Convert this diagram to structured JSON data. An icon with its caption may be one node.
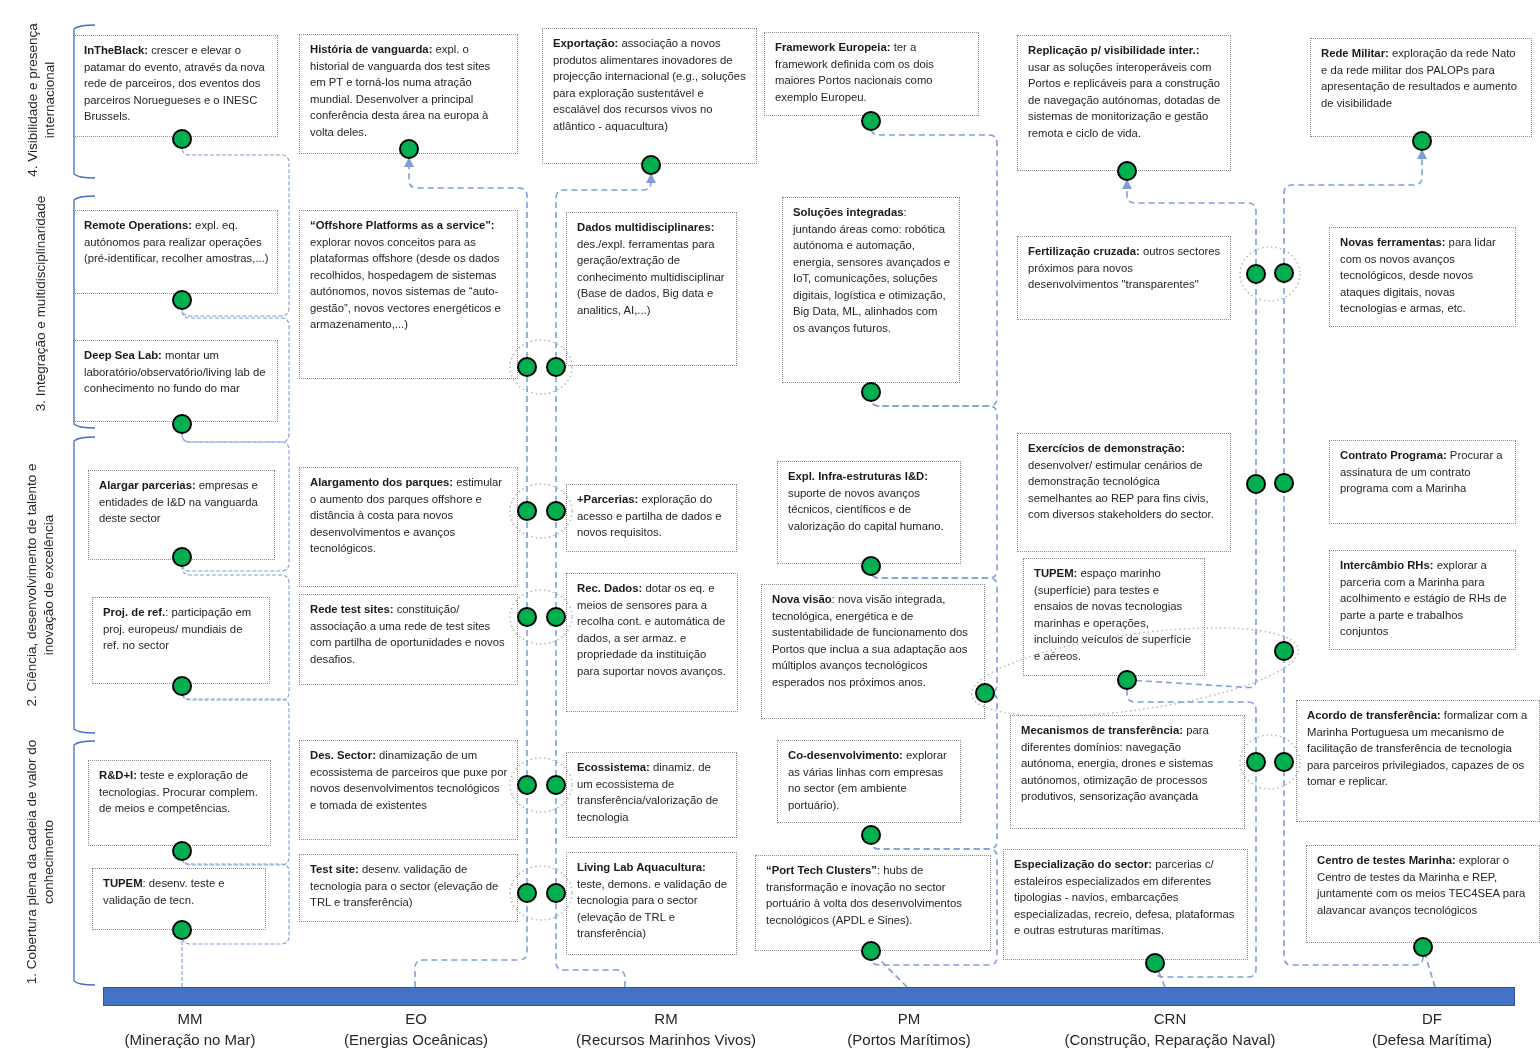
{
  "diagram": {
    "nodes": [
      {
        "text": [
          "**InTheBlack:** crescer e elevar o patamar do evento, através da nova rede de parceiros, dos eventos dos parceiros Noruegueses e o INESC Brussels."
        ]
      },
      {
        "text": [
          "**Remote Operations:** expl. eq. autónomos para realizar operações (pré-identificar, recolher amostras,...)"
        ]
      },
      {
        "text": [
          "**Deep Sea Lab:** montar um laboratório/observatório/living lab de conhecimento no fundo do mar"
        ]
      },
      {
        "text": [
          "**Alargar parcerias:** empresas e entidades de I&D na vanguarda deste sector"
        ]
      },
      {
        "text": [
          "**Proj. de ref.**: participação em proj. europeus/ mundiais de ref. no sector"
        ]
      },
      {
        "text": [
          "**R&D+I:** teste e exploração de tecnologias. Procurar complem. de meios e competências."
        ]
      },
      {
        "text": [
          "**TUPEM**: desenv. teste e validação de tecn."
        ]
      },
      {
        "text": [
          "**História de vanguarda:** expl. o historial de vanguarda dos test sites em PT e torná-los numa atração mundial. Desenvolver a principal conferência desta área na europa à volta deles."
        ]
      },
      {
        "text": [
          "**“Offshore Platforms as a service”:** explorar novos conceitos para as plataformas offshore (desde os dados recolhidos, hospedagem de sistemas autónomos, novos sistemas de “auto-gestão”, novos vectores energéticos e armazenamento,...)"
        ]
      },
      {
        "text": [
          "**Alargamento dos parques:** estimular o aumento dos parques offshore e distância à costa para novos desenvolvimentos e avanços tecnológicos."
        ]
      },
      {
        "text": [
          "**Rede test sites:** constituição/ associação a uma rede de test sites com partilha de oportunidades e novos desafios."
        ]
      },
      {
        "text": [
          "**Des. Sector:** dinamização de um ecossistema de parceiros que puxe por novos desenvolvimentos tecnológicos e tomada de existentes"
        ]
      },
      {
        "text": [
          "**Test site:** desenv. validação de tecnologia para o sector (elevação de TRL e transferência)"
        ]
      },
      {
        "text": [
          "**Exportação:** associação a novos produtos alimentares inovadores de projecção internacional (e.g., soluções para exploração sustentável e escalável dos recursos vivos no atlântico - aquacultura)"
        ]
      },
      {
        "text": [
          "**Dados multidisciplinares:** des./expl. ferramentas para geração/extração de conhecimento multidisciplinar (Base de dados, Big data e analitics, AI,...)"
        ]
      },
      {
        "text": [
          "**+Parcerias:** exploração do acesso e partilha de dados e novos requisitos."
        ]
      },
      {
        "text": [
          "**Rec. Dados:** dotar os eq. e meios de sensores para a recolha cont. e automática de dados, a ser armaz. e propriedade da instituição para suportar novos avanços."
        ]
      },
      {
        "text": [
          "**Ecossistema:** dinamiz. de um ecossistema de transferência/valorização de tecnologia"
        ]
      },
      {
        "text": [
          "**Living Lab Aquacultura:** teste, demons. e validação de tecnologia para o sector (elevação de TRL e transferência)"
        ]
      },
      {
        "text": [
          "**Framework Europeia:** ter a framework definida com os dois maiores Portos nacionais como exemplo Europeu."
        ]
      },
      {
        "text": [
          "**Soluções integradas**: juntando áreas como: robótica autónoma e automação, energia, sensores avançados e IoT, comunicações, soluções digitais, logística e otimização, Big Data, ML, alinhados com os avanços futuros."
        ]
      },
      {
        "text": [
          "**Expl. Infra-estruturas I&D:** suporte de novos avanços técnicos, científicos e de valorização do capital humano."
        ]
      },
      {
        "text": [
          "**Nova visão**: nova visão integrada, tecnológica, energética e de sustentabilidade de funcionamento dos Portos que inclua a sua adaptação aos múltiplos avanços tecnológicos esperados nos próximos anos."
        ]
      },
      {
        "text": [
          "**Co-desenvolvimento:** explorar as várias linhas com empresas no sector (em ambiente portuário)."
        ]
      },
      {
        "text": [
          "**“Port Tech Clusters”**: hubs de transformação e inovação no sector portuário à volta dos desenvolvimentos tecnológicos (APDL e Sines)."
        ]
      },
      {
        "text": [
          "**Replicação p/ visibilidade inter.:** usar as soluções interoperáveis com Portos e replicáveis para a construção de navegação autónomas, dotadas de sistemas de monitorização e gestão remota e ciclo de vida."
        ]
      },
      {
        "text": [
          "**Fertilização cruzada:** outros sectores próximos para novos desenvolvimentos \"transparentes\""
        ]
      },
      {
        "text": [
          "**Exercícios de demonstração:** desenvolver/ estimular cenários de demonstração tecnológica semelhantes ao REP para fins civis, com diversos stakeholders do sector."
        ]
      },
      {
        "text": [
          "**TUPEM:** espaço marinho (superfície) para testes e ensaios de novas tecnologias marinhas e operações, incluindo veículos de superfície e aéreos."
        ]
      },
      {
        "text": [
          "**Mecanismos de transferência:** para diferentes domínios: navegação autónoma, energia, drones e sistemas autónomos, otimização de processos produtivos, sensorização avançada"
        ]
      },
      {
        "text": [
          "**Especialização do sector:** parcerias c/ estaleiros especializados em diferentes tipologias - navios, embarcações especializadas, recreio, defesa, plataformas e outras estruturas marítimas."
        ]
      },
      {
        "text": [
          "**Rede Militar:** exploração da rede Nato e da rede militar dos PALOPs para apresentação de resultados e aumento de visibilidade"
        ]
      },
      {
        "text": [
          "**Novas ferramentas:** para lidar com os novos avanços tecnológicos, desde novos ataques digitais, novas tecnologias e armas, etc."
        ]
      },
      {
        "text": [
          "**Contrato Programa:** Procurar a assinatura de um contrato programa com a Marinha"
        ]
      },
      {
        "text": [
          "**Intercâmbio RHs:** explorar a parceria com a Marinha para acolhimento e estágio de RHs de parte a parte e trabalhos conjuntos"
        ]
      },
      {
        "text": [
          "**Acordo de transferência:** formalizar com a Marinha Portuguesa um mecanismo de facilitação de transferência de tecnologia para parceiros privilegiados, capazes de os tomar e replicar."
        ]
      },
      {
        "text": [
          "**Centro de testes Marinha:** explorar o Centro de testes da Marinha e REP, juntamente com os meios TEC4SEA para alavancar avanços tecnológicos"
        ]
      },
      {
        "text": [],
        "shape": "circle"
      },
      {
        "text": [],
        "shape": "circle"
      },
      {
        "text": [],
        "shape": "circle"
      },
      {
        "text": [],
        "shape": "circle"
      },
      {
        "text": [],
        "shape": "circle"
      },
      {
        "text": [],
        "shape": "circle"
      },
      {
        "text": [],
        "shape": "circle"
      },
      {
        "text": [],
        "shape": "circle"
      },
      {
        "text": [],
        "shape": "circle"
      },
      {
        "text": [],
        "shape": "circle"
      },
      {
        "text": [],
        "shape": "circle"
      },
      {
        "text": [],
        "shape": "circle"
      },
      {
        "text": [],
        "shape": "circle"
      },
      {
        "text": [],
        "shape": "circle"
      },
      {
        "text": [],
        "shape": "circle"
      },
      {
        "text": [],
        "shape": "circle"
      },
      {
        "text": [],
        "shape": "circle"
      },
      {
        "text": [],
        "shape": "circle"
      },
      {
        "text": [],
        "shape": "circle"
      },
      {
        "text": [],
        "shape": "circle"
      },
      {
        "text": [],
        "shape": "circle"
      },
      {
        "text": [],
        "shape": "circle"
      },
      {
        "text": [],
        "shape": "circle"
      },
      {
        "text": [],
        "shape": "circle"
      },
      {
        "text": [],
        "shape": "circle"
      },
      {
        "text": [],
        "shape": "circle"
      },
      {
        "text": [],
        "shape": "circle"
      },
      {
        "text": [],
        "shape": "circle"
      },
      {
        "text": [],
        "shape": "circle"
      },
      {
        "text": [],
        "shape": "circle"
      },
      {
        "text": [],
        "shape": "circle"
      },
      {
        "text": [],
        "shape": "circle"
      },
      {
        "text": [],
        "shape": "circle"
      },
      {
        "text": [],
        "shape": "circle"
      },
      {
        "text": [],
        "shape": "circle"
      },
      {
        "text": [],
        "shape": "circle"
      },
      {
        "text": [],
        "shape": "circle"
      },
      {
        "text": [],
        "shape": "bar"
      }
    ],
    "edges": [
      {
        "from": 74,
        "to": 43,
        "arrow": "none",
        "style": "dashed"
      },
      {
        "from": 43,
        "to": 42,
        "arrow": "none",
        "style": "dashed"
      },
      {
        "from": 42,
        "to": 41,
        "arrow": "none",
        "style": "dashed"
      },
      {
        "from": 41,
        "to": 40,
        "arrow": "none",
        "style": "dashed"
      },
      {
        "from": 40,
        "to": 39,
        "arrow": "none",
        "style": "dashed"
      },
      {
        "from": 39,
        "to": 38,
        "arrow": "none",
        "style": "dashed"
      },
      {
        "from": 38,
        "to": 37,
        "arrow": "to",
        "style": "dashed"
      },
      {
        "from": 74,
        "to": 49,
        "arrow": "none",
        "style": "dashed"
      },
      {
        "from": 49,
        "to": 48,
        "arrow": "none",
        "style": "dashed"
      },
      {
        "from": 48,
        "to": 47,
        "arrow": "none",
        "style": "dashed"
      },
      {
        "from": 47,
        "to": 46,
        "arrow": "none",
        "style": "dashed"
      },
      {
        "from": 46,
        "to": 45,
        "arrow": "none",
        "style": "dashed"
      },
      {
        "from": 45,
        "to": 44,
        "arrow": "to",
        "style": "dashed"
      },
      {
        "from": 74,
        "to": 55,
        "arrow": "none",
        "style": "dashed"
      },
      {
        "from": 55,
        "to": 54,
        "arrow": "none",
        "style": "dashed"
      },
      {
        "from": 54,
        "to": 53,
        "arrow": "none",
        "style": "dashed"
      },
      {
        "from": 53,
        "to": 52,
        "arrow": "none",
        "style": "dashed"
      },
      {
        "from": 52,
        "to": 51,
        "arrow": "none",
        "style": "dashed"
      },
      {
        "from": 51,
        "to": 50,
        "arrow": "to",
        "style": "dashed"
      },
      {
        "from": 74,
        "to": 61,
        "arrow": "none",
        "style": "dashed"
      },
      {
        "from": 61,
        "to": 60,
        "arrow": "none",
        "style": "dashed"
      },
      {
        "from": 60,
        "to": 59,
        "arrow": "none",
        "style": "dashed"
      },
      {
        "from": 59,
        "to": 58,
        "arrow": "none",
        "style": "dashed"
      },
      {
        "from": 58,
        "to": 57,
        "arrow": "none",
        "style": "dashed"
      },
      {
        "from": 57,
        "to": 56,
        "arrow": "to",
        "style": "dashed"
      },
      {
        "from": 74,
        "to": 67,
        "arrow": "none",
        "style": "dashed"
      },
      {
        "from": 67,
        "to": 66,
        "arrow": "none",
        "style": "dashed"
      },
      {
        "from": 66,
        "to": 65,
        "arrow": "none",
        "style": "dashed"
      },
      {
        "from": 65,
        "to": 64,
        "arrow": "none",
        "style": "dashed"
      },
      {
        "from": 64,
        "to": 63,
        "arrow": "none",
        "style": "dashed"
      },
      {
        "from": 63,
        "to": 62,
        "arrow": "to",
        "style": "dashed"
      },
      {
        "from": 74,
        "to": 73,
        "arrow": "none",
        "style": "dashed"
      },
      {
        "from": 73,
        "to": 72,
        "arrow": "none",
        "style": "dashed"
      },
      {
        "from": 72,
        "to": 71,
        "arrow": "none",
        "style": "dashed"
      },
      {
        "from": 71,
        "to": 70,
        "arrow": "none",
        "style": "dashed"
      },
      {
        "from": 70,
        "to": 69,
        "arrow": "none",
        "style": "dashed"
      },
      {
        "from": 69,
        "to": 68,
        "arrow": "to",
        "style": "dashed"
      }
    ],
    "labels": [
      "4. Visibilidade e presença internacional",
      "3. Integração e multidisciplinaridade",
      "2. Ciência, desenvolvimento de talento e inovação de excelência",
      "1. Cobertura plena da cadeia de valor do conhecimento",
      "MM",
      "(Mineração no Mar)",
      "EO",
      "(Energias Oceânicas)",
      "RM",
      "(Recursos Marinhos Vivos)",
      "PM",
      "(Portos Marítimos)",
      "CRN",
      "(Construção, Reparação Naval)",
      "DF",
      "(Defesa Marítima)"
    ]
  }
}
